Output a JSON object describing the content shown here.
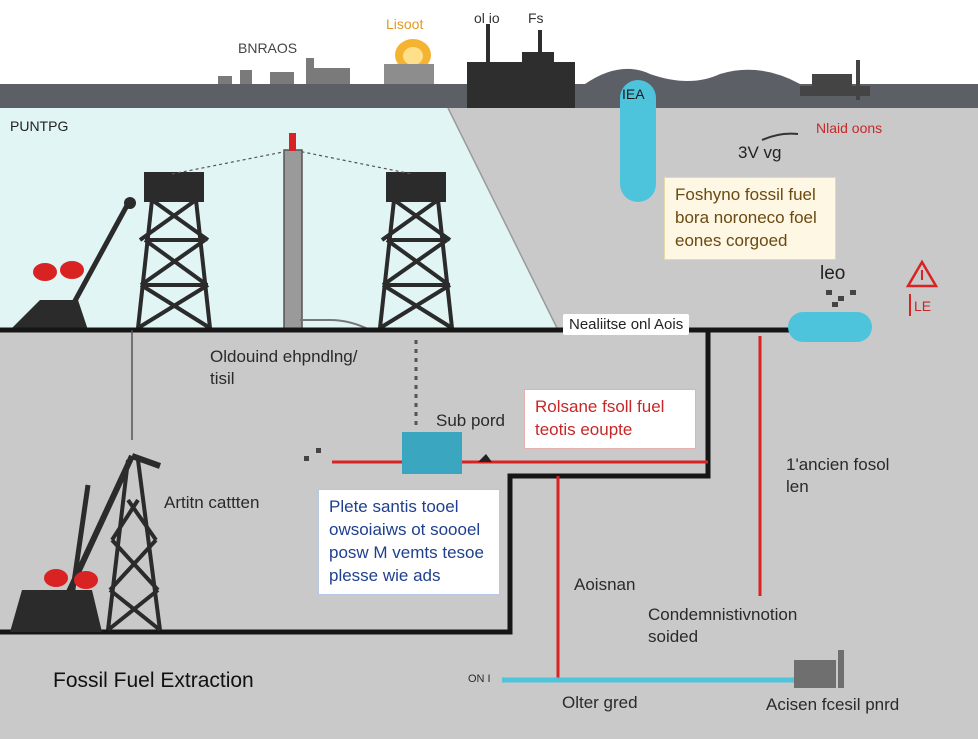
{
  "surface_labels": {
    "left": "BNRAOS",
    "center": "Lisoot",
    "tower": "ol io",
    "tower_right": "Fs",
    "lake": "IEA",
    "right": "Nlaid oons"
  },
  "pump_label": "PUNTPG",
  "measure_label": "3V vg",
  "info_box": {
    "lines": [
      "Foshyno fossil fuel",
      "bora noroneco foel",
      "eones corgoed"
    ]
  },
  "leo_label": "leo",
  "warning_label": "LE",
  "pipeline_tag": "Nealiitse onl Aois",
  "oil_pipeline_label": [
    "Oldouind ehpndlng/",
    "tisil"
  ],
  "sub_pond_label": "Sub pord",
  "red_box": {
    "lines": [
      "Rolsane fsoll fuel",
      "teotis eoupte"
    ]
  },
  "action_label": "Artitn cattten",
  "blue_box": {
    "lines": [
      "Plete santis tooel",
      "owsoiaiws ot soooel",
      "posw M vemts tesoe",
      "plesse wie ads"
    ]
  },
  "right_label": [
    "1'ancien fosol",
    "len"
  ],
  "center_label": "Aoisnan",
  "condemn_label": [
    "Condemnistivnotion",
    "soided"
  ],
  "bottom_left_marker": "ON I",
  "other_label": "Olter gred",
  "action_fossil_label": "Acisen fcesil pnrd",
  "title": "Fossil Fuel Extraction",
  "colors": {
    "ground": "#c8c8c8",
    "sky_band": "#5c6066",
    "water": "#e3f6f6",
    "pipe_black": "#161616",
    "red_line": "#d92323",
    "cyan_pipe": "#4ec4dc",
    "tower": "#2b2b2b"
  },
  "icons": [
    "pumpjack-icon",
    "oil-derrick-icon",
    "factory-icon",
    "flame-icon",
    "warning-triangle-icon",
    "pump-station-icon"
  ]
}
